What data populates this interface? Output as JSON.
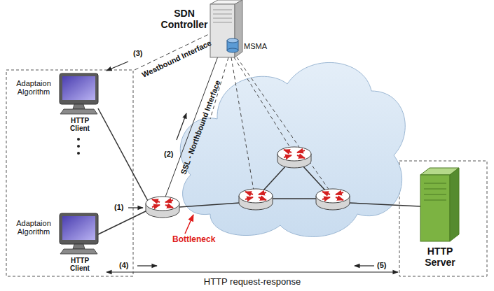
{
  "diagram": {
    "nodes": [
      {
        "text": [
          "SDN Controller",
          "MSMA"
        ]
      },
      {
        "text": [
          "Adaptaion Algorithm",
          "HTTP Client"
        ]
      },
      {
        "text": [
          "Adaptaion Algorithm",
          "HTTP Client"
        ]
      },
      {
        "text": [
          "HTTP Server"
        ]
      }
    ],
    "labels": [
      "(3)",
      "Westbound Interface",
      "(2)",
      "SSL - Northbound Interface",
      "(1)",
      "Bottleneck",
      "(4)",
      "(5)",
      "HTTP request-response"
    ]
  }
}
